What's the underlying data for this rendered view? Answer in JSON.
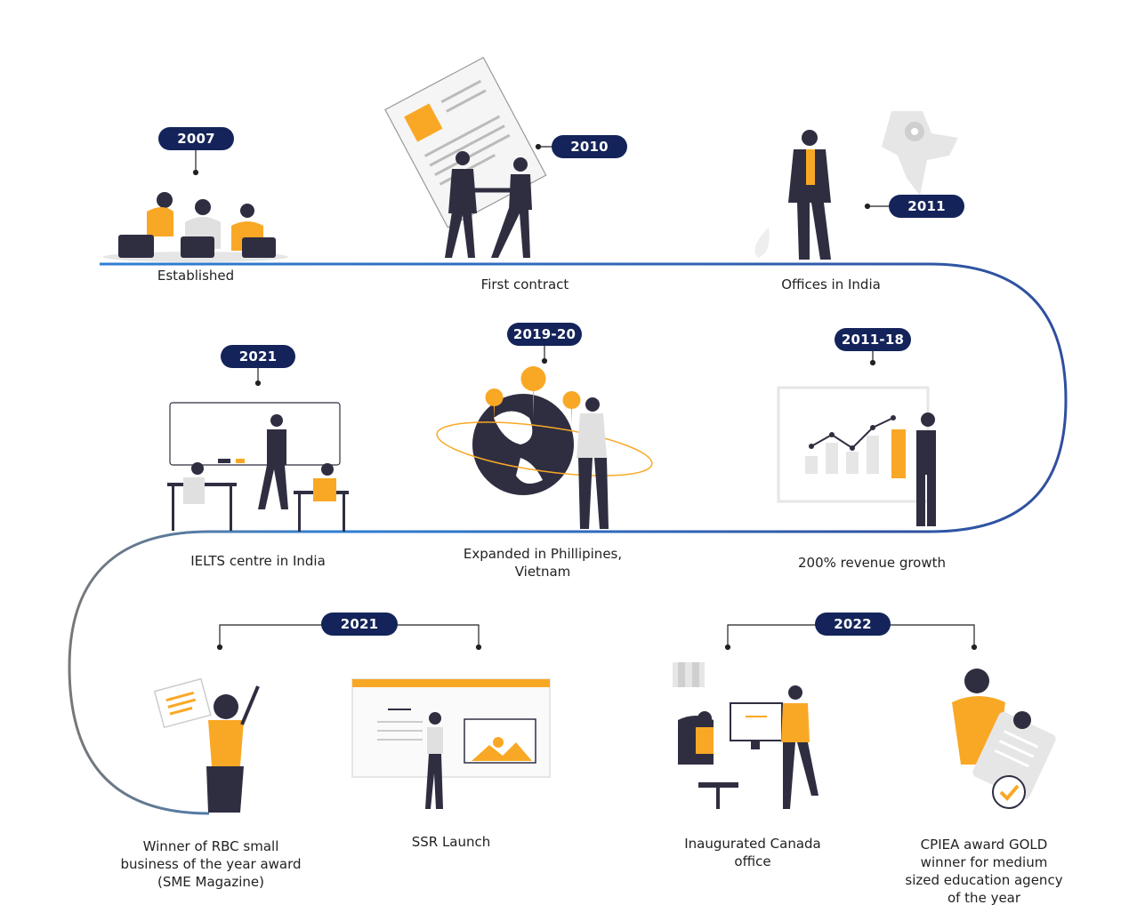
{
  "milestones": [
    {
      "year": "2007",
      "label": "Established"
    },
    {
      "year": "2010",
      "label": "First contract"
    },
    {
      "year": "2011",
      "label": "Offices in India"
    },
    {
      "year": "2011-18",
      "label": "200% revenue growth"
    },
    {
      "year": "2019-20",
      "label": "Expanded in Phillipines, Vietnam"
    },
    {
      "year": "2021",
      "label": "IELTS centre in India"
    },
    {
      "year": "2021",
      "label_a": "Winner of RBC small business of the year award (SME Magazine)",
      "label_b": "SSR Launch"
    },
    {
      "year": "2022",
      "label_a": "Inaugurated Canada office",
      "label_b": "CPIEA award GOLD winner for medium sized education agency of the year"
    }
  ],
  "colors": {
    "badge": "#14245a",
    "accent": "#f9a825",
    "figure": "#2f2e41",
    "line_blue": "#2f7fd4",
    "line_purple": "#3a2a86"
  }
}
